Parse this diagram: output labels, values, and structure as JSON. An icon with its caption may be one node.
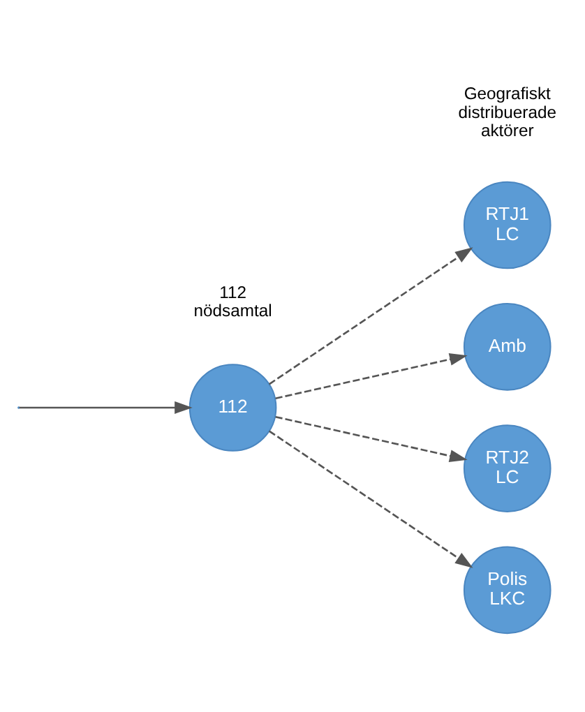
{
  "diagram": {
    "nodes": [
      {
        "text": [
          "112"
        ]
      },
      {
        "text": [
          "RTJ1 LC"
        ]
      },
      {
        "text": [
          "Amb"
        ]
      },
      {
        "text": [
          "RTJ2 LC"
        ]
      },
      {
        "text": [
          "Polis LKC"
        ]
      }
    ],
    "edges": [
      {
        "from": null,
        "to": 0,
        "arrow": "to"
      },
      {
        "from": 0,
        "to": 1,
        "arrow": "to",
        "style": "dashed"
      },
      {
        "from": 0,
        "to": 2,
        "arrow": "to",
        "style": "dashed"
      },
      {
        "from": 0,
        "to": 3,
        "arrow": "to",
        "style": "dashed"
      },
      {
        "from": 0,
        "to": 4,
        "arrow": "to",
        "style": "dashed"
      }
    ],
    "labels": [
      "112 nödsamtal",
      "Geografiskt distribuerade aktörer"
    ]
  }
}
